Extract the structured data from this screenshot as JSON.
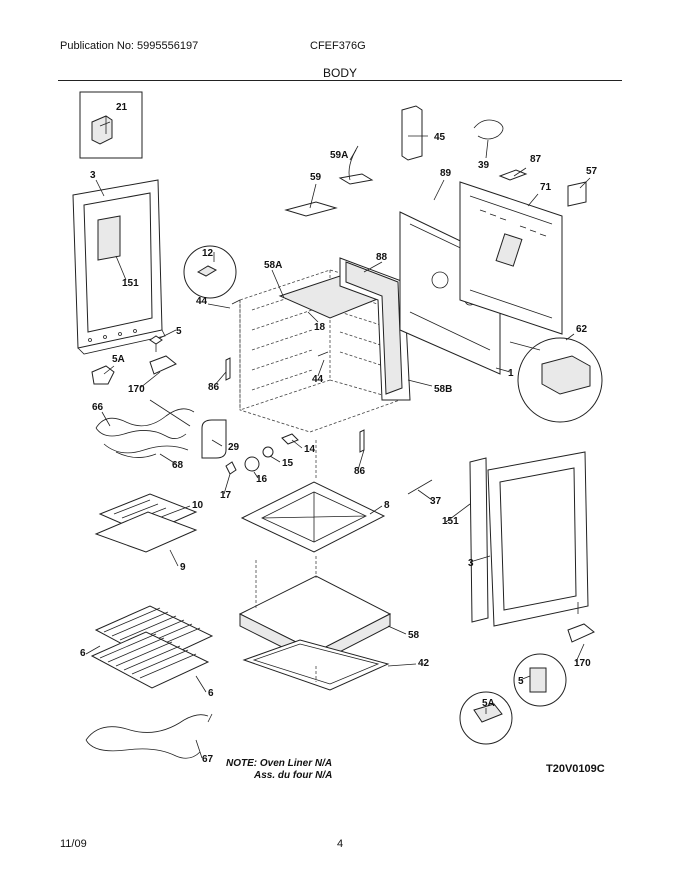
{
  "header": {
    "publication": "Publication No: 5995556197",
    "model": "CFEF376G",
    "section": "BODY"
  },
  "labels": {
    "p21": "21",
    "p45": "45",
    "p39": "39",
    "p59A": "59A",
    "p87": "87",
    "p89": "89",
    "p57": "57",
    "p71": "71",
    "p3_left": "3",
    "p59": "59",
    "p151_left": "151",
    "p12": "12",
    "p58A": "58A",
    "p88": "88",
    "p44_a": "44",
    "p5_left": "5",
    "p18": "18",
    "p62": "62",
    "p5A_left": "5A",
    "p44_b": "44",
    "p1": "1",
    "p86_left": "86",
    "p170_left": "170",
    "p58B": "58B",
    "p66": "66",
    "p29": "29",
    "p14": "14",
    "p68": "68",
    "p15": "15",
    "p86_right": "86",
    "p16": "16",
    "p17": "17",
    "p37": "37",
    "p10": "10",
    "p8": "8",
    "p151_right": "151",
    "p9": "9",
    "p3_right": "3",
    "p58": "58",
    "p6_a": "6",
    "p42": "42",
    "p170_right": "170",
    "p6_b": "6",
    "p5_right": "5",
    "p5A_right": "5A",
    "p67": "67"
  },
  "note": {
    "line1": "NOTE: Oven Liner N/A",
    "line2": "Ass. du four N/A"
  },
  "diagram_code": "T20V0109C",
  "footer": {
    "date": "11/09",
    "page": "4"
  }
}
